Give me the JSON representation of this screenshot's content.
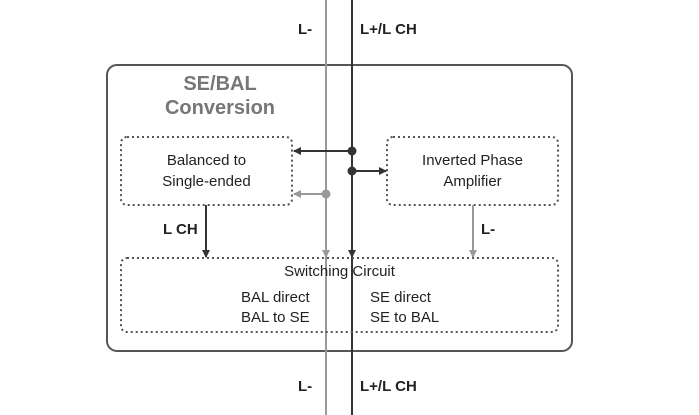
{
  "diagram": {
    "title_line1": "SE/BAL",
    "title_line2": "Conversion",
    "top_left_signal": "L-",
    "top_right_signal": "L+/L CH",
    "bottom_left_signal": "L-",
    "bottom_right_signal": "L+/L CH",
    "balanced_box": {
      "line1": "Balanced to",
      "line2": "Single-ended"
    },
    "inverted_box": {
      "line1": "Inverted Phase",
      "line2": "Amplifier"
    },
    "lch_label": "L CH",
    "lminus_label": "L-",
    "switching_box": {
      "title": "Switching Circuit",
      "opt1": "BAL direct",
      "opt2": "SE direct",
      "opt3": "BAL to SE",
      "opt4": "SE to BAL"
    }
  },
  "colors": {
    "dark_line": "#333333",
    "gray_line": "#999999",
    "border": "#555555"
  }
}
